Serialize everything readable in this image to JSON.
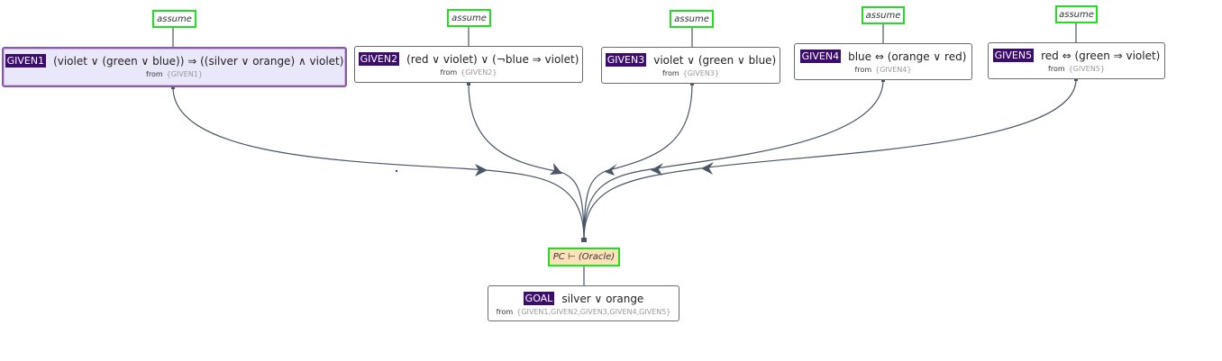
{
  "assume_label": "assume",
  "from_label": "from",
  "givens": [
    {
      "id": "GIVEN1",
      "formula": "(violet ∨ (green ∨ blue)) ⇒ ((silver ∨ orange) ∧ violet)",
      "from": "{GIVEN1}"
    },
    {
      "id": "GIVEN2",
      "formula": "(red ∨ violet) ∨ (¬blue ⇒ violet)",
      "from": "{GIVEN2}"
    },
    {
      "id": "GIVEN3",
      "formula": "violet ∨ (green ∨ blue)",
      "from": "{GIVEN3}"
    },
    {
      "id": "GIVEN4",
      "formula": "blue ⇔ (orange ∨ red)",
      "from": "{GIVEN4}"
    },
    {
      "id": "GIVEN5",
      "formula": "red ⇔ (green ⇒ violet)",
      "from": "{GIVEN5}"
    }
  ],
  "rule": {
    "label": "PC ⊢ (Oracle)"
  },
  "goal": {
    "id": "GOAL",
    "formula": "silver ∨ orange",
    "from": "{GIVEN1,GIVEN2,GIVEN3,GIVEN4,GIVEN5}"
  },
  "colors": {
    "tag_bg": "#3d0d6e",
    "assume_border": "#22dd22",
    "rule_bg": "#fde2b9",
    "edge": "#4a5566",
    "selected_bg": "#e8e8fa"
  }
}
